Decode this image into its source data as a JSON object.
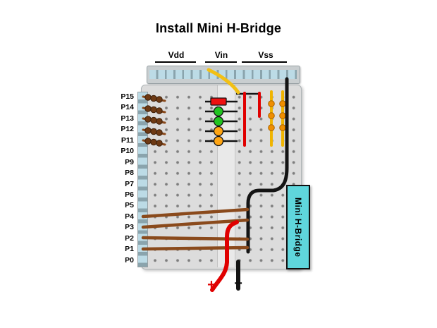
{
  "title": "Install Mini H-Bridge",
  "rails": {
    "vdd": "Vdd",
    "vin": "Vin",
    "vss": "Vss"
  },
  "pins": [
    "P15",
    "P14",
    "P13",
    "P12",
    "P11",
    "P10",
    "P9",
    "P8",
    "P7",
    "P6",
    "P5",
    "P4",
    "P3",
    "P2",
    "P1",
    "P0"
  ],
  "component": {
    "label": "Mini H-Bridge",
    "fill": "#5fd6dc"
  },
  "power": {
    "plus": "+",
    "minus": "−"
  },
  "colors": {
    "wire_black": "#141414",
    "wire_red": "#e00000",
    "wire_yellow": "#f2c014",
    "wire_orange": "#f0b400",
    "wire_brown": "#8a4a1c",
    "bead_brown": "#6e3a14",
    "bead_orange": "#ef8e00"
  },
  "leds": [
    {
      "name": "red-led",
      "shape": "rect",
      "color": "#ee1111"
    },
    {
      "name": "green-led-1",
      "shape": "circle",
      "color": "#21c421"
    },
    {
      "name": "green-led-2",
      "shape": "circle",
      "color": "#21c421"
    },
    {
      "name": "amber-led-1",
      "shape": "circle",
      "color": "#ffa513"
    },
    {
      "name": "amber-led-2",
      "shape": "circle",
      "color": "#ffa513"
    }
  ]
}
